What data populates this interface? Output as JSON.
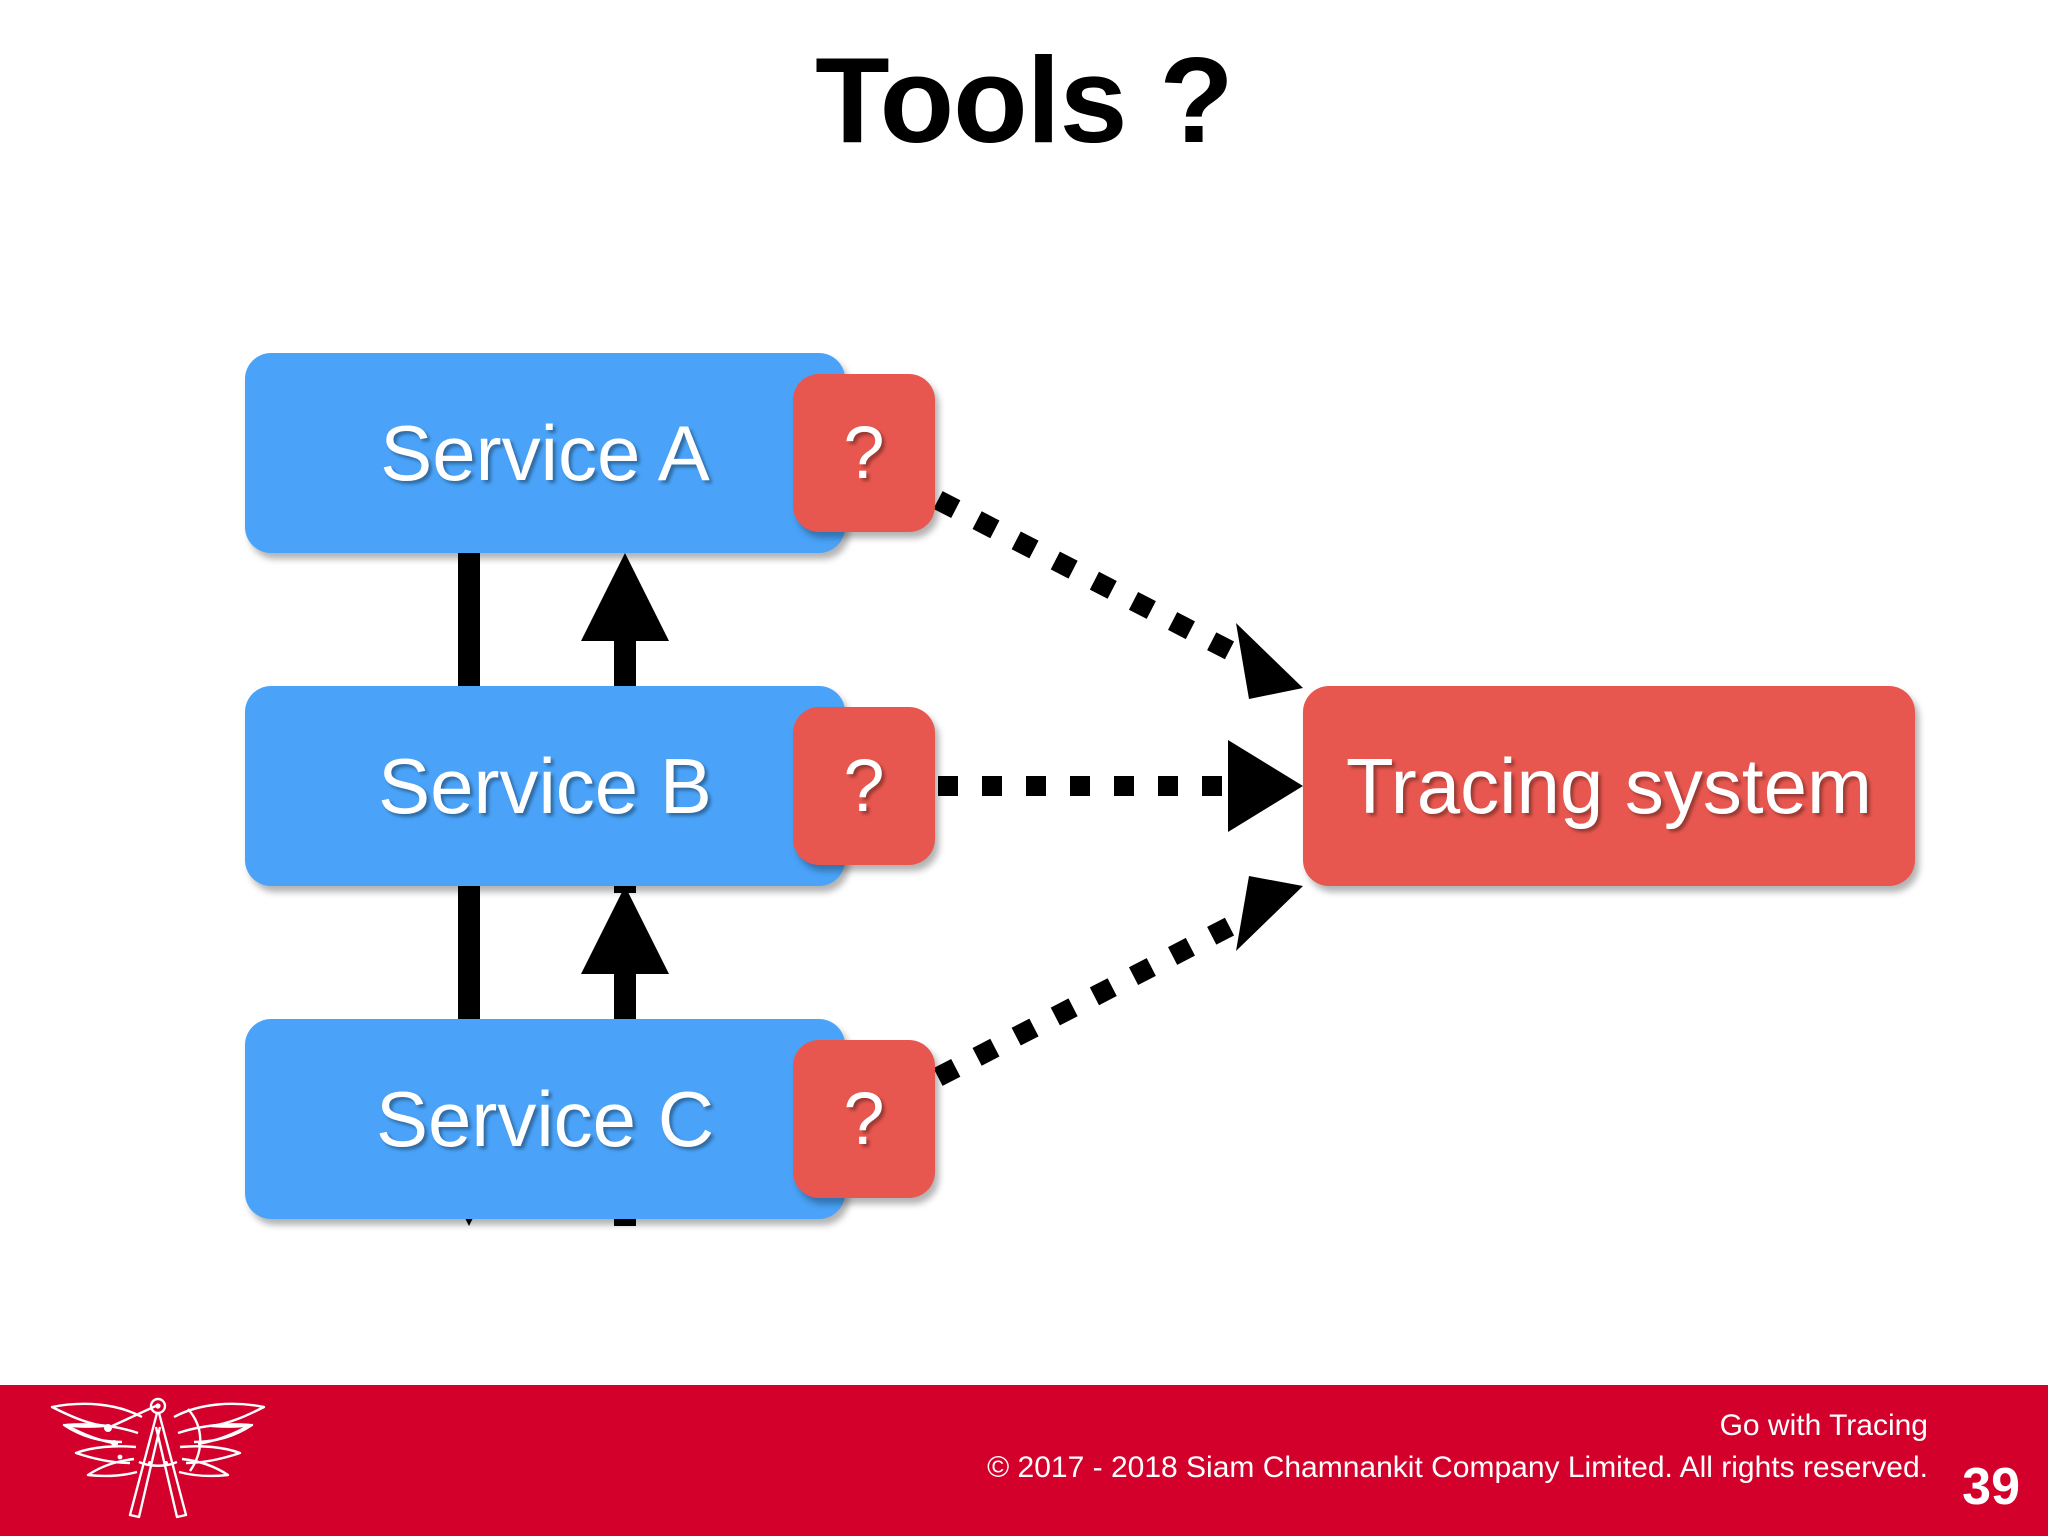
{
  "slide": {
    "title": "Tools ?",
    "background_color": "#ffffff"
  },
  "diagram": {
    "type": "architecture-flow",
    "service_box_color": "#4aa3f8",
    "badge_color": "#e8574f",
    "tracing_color": "#e8574f",
    "arrow_color": "#000000",
    "nodes": [
      {
        "id": "service-a",
        "label": "Service A",
        "badge": "?"
      },
      {
        "id": "service-b",
        "label": "Service B",
        "badge": "?"
      },
      {
        "id": "service-c",
        "label": "Service C",
        "badge": "?"
      },
      {
        "id": "tracing-system",
        "label": "Tracing system"
      }
    ],
    "edges": [
      {
        "from": "service-a",
        "to": "service-b",
        "style": "solid",
        "direction": "down"
      },
      {
        "from": "service-b",
        "to": "service-a",
        "style": "solid",
        "direction": "up"
      },
      {
        "from": "service-b",
        "to": "service-c",
        "style": "solid",
        "direction": "down"
      },
      {
        "from": "service-c",
        "to": "service-b",
        "style": "solid",
        "direction": "up"
      },
      {
        "from": "service-a",
        "to": "tracing-system",
        "style": "dotted",
        "direction": "down-right"
      },
      {
        "from": "service-b",
        "to": "tracing-system",
        "style": "dotted",
        "direction": "right"
      },
      {
        "from": "service-c",
        "to": "tracing-system",
        "style": "dotted",
        "direction": "up-right"
      }
    ]
  },
  "footer": {
    "bar_color": "#d4002c",
    "logo_icon": "winged-compass-logo-icon",
    "deck_name": "Go with Tracing",
    "copyright": "© 2017 - 2018 Siam Chamnankit Company Limited. All rights reserved.",
    "page_number": "39"
  }
}
